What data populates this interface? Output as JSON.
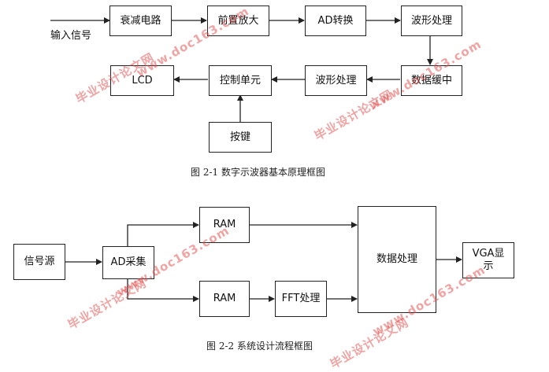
{
  "diagram1": {
    "caption": "图 2-1 数字示波器基本原理框图",
    "input_label": "输入信号",
    "nodes": {
      "attenuator": "衰减电路",
      "preamp": "前置放大",
      "adc": "AD转换",
      "waveform1": "波形处理",
      "data_store": "数据缓中",
      "waveform2": "波形处理",
      "control": "控制单元",
      "lcd": "LCD",
      "keys": "按键"
    }
  },
  "diagram2": {
    "caption": "图 2-2 系统设计流程框图",
    "nodes": {
      "source": "信号源",
      "ad": "AD采集",
      "ram1": "RAM",
      "ram2": "RAM",
      "fft": "FFT处理",
      "processing": "数据处理",
      "vga": "VGA显示"
    }
  },
  "watermark": {
    "site": "毕业设计论文网",
    "url": "www.doc163.com"
  },
  "colors": {
    "line": "#222222",
    "watermark": "#e04a4a"
  }
}
